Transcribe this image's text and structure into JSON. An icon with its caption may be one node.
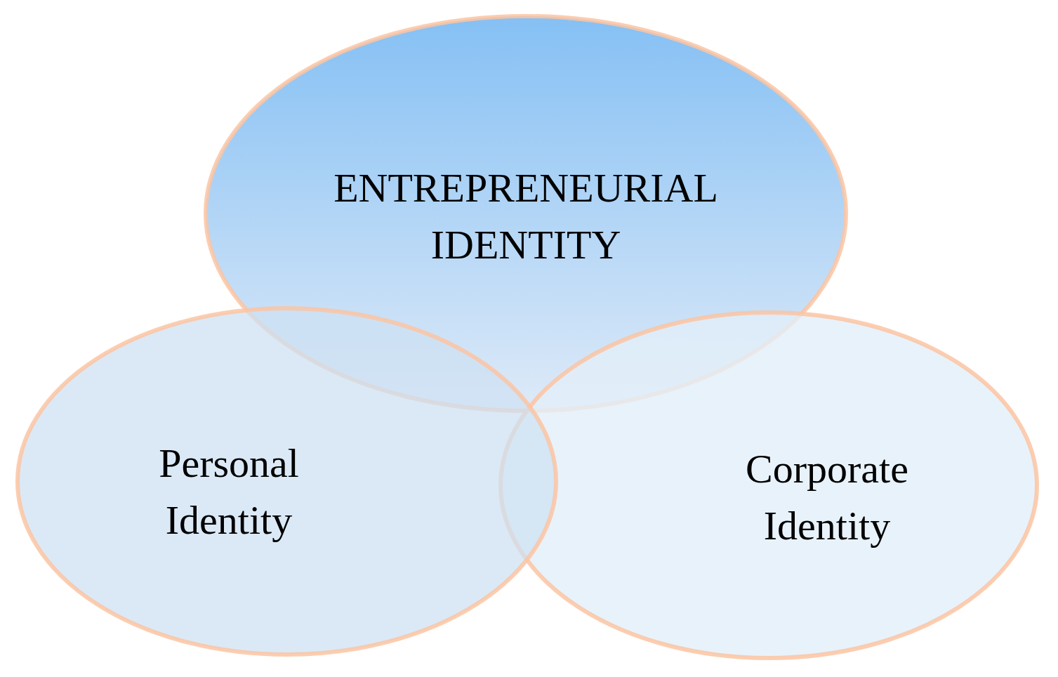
{
  "diagram": {
    "nodes": [
      {
        "text": [
          "ENTREPRENEURIAL IDENTITY"
        ]
      },
      {
        "text": [
          "Personal Identity"
        ]
      },
      {
        "text": [
          "Corporate Identity"
        ]
      }
    ],
    "edges": []
  }
}
